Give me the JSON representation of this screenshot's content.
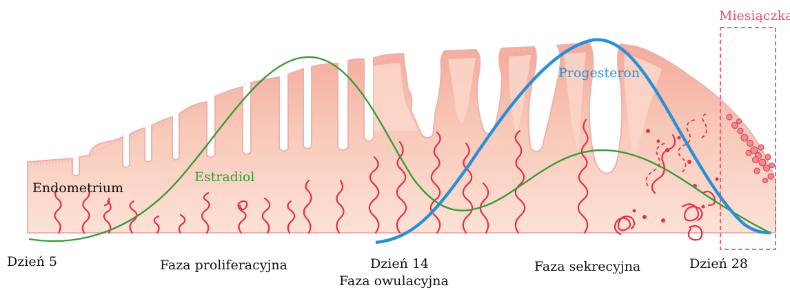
{
  "labels": {
    "endometrium": "Endometrium",
    "estradiol": "Estradiol",
    "progesteron": "Progesteron",
    "menstruation": "Miesiączka",
    "day5": "Dzień 5",
    "day14": "Dzień 14",
    "day28": "Dzień 28",
    "phase_proliferative": "Faza proliferacyjna",
    "phase_ovulatory": "Faza owulacyjna",
    "phase_secretory": "Faza sekrecyjna"
  },
  "colors": {
    "tissue": "#f7c6b6",
    "tissue_dark": "#f2a898",
    "tissue_edge": "#e8a0a0",
    "vessel": "#e0304a",
    "estradiol": "#3a9a3a",
    "progesteron": "#2b8fd6",
    "menstruation": "#e8506a"
  },
  "curves": {
    "estradiol": {
      "name": "Estradiol",
      "shape": "peak before day 14, dip after, second smaller peak in secretory phase"
    },
    "progesteron": {
      "name": "Progesteron",
      "shape": "rises after day 14, peaks mid-secretory, falls toward day 28"
    }
  }
}
